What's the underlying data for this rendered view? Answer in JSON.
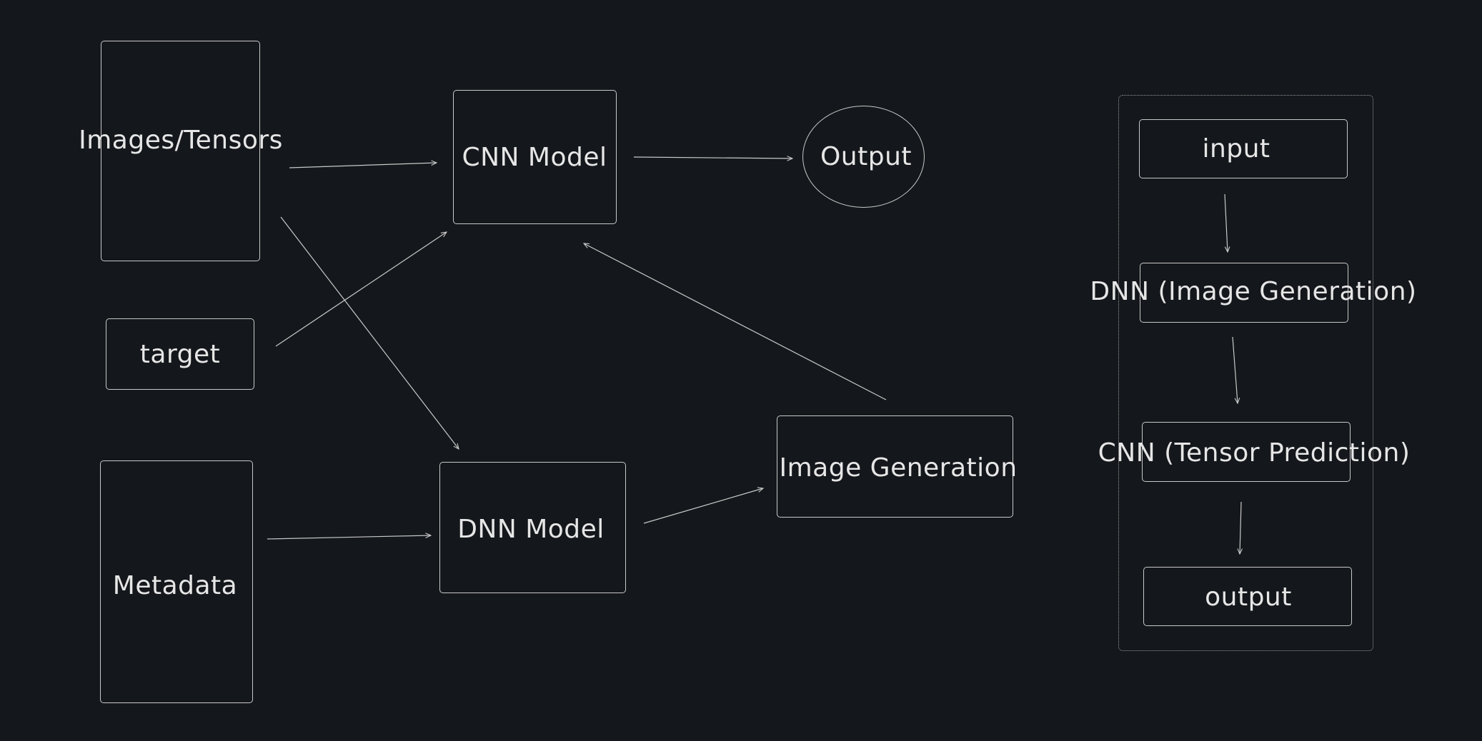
{
  "colors": {
    "background": "#14171b",
    "stroke": "#c9c9c9",
    "text": "#e6e6e6",
    "group_border": "#9a9a9a"
  },
  "nodes": {
    "images_tensors": "Images/Tensors",
    "target": "target",
    "metadata": "Metadata",
    "cnn_model": "CNN Model",
    "dnn_model": "DNN Model",
    "output": "Output",
    "image_generation": "Image Generation"
  },
  "pipeline": {
    "input": "input",
    "dnn_step": "DNN (Image Generation)",
    "cnn_step": "CNN (Tensor Prediction)",
    "output": "output"
  }
}
